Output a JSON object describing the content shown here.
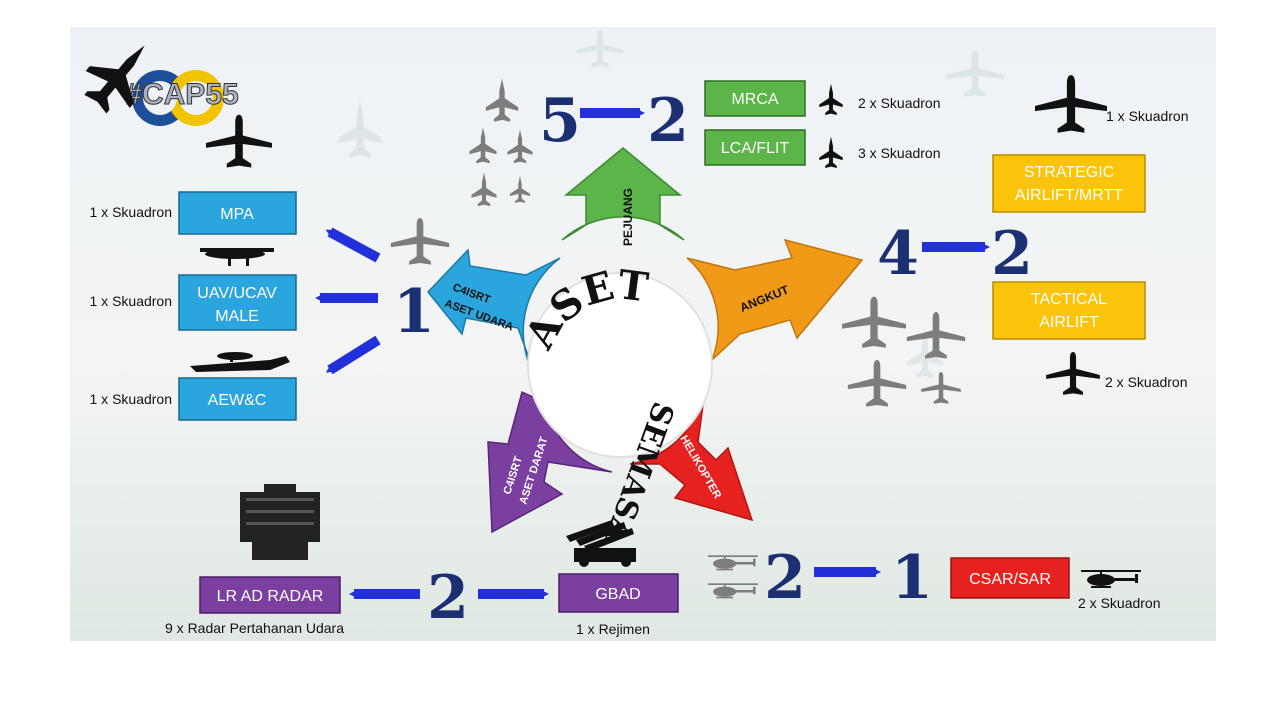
{
  "logo": {
    "text": "#CAP55"
  },
  "hub": {
    "line1": "ASET",
    "line2": "SEMASA"
  },
  "arms": {
    "pejuang": "PEJUANG",
    "angkut": "ANGKUT",
    "helikopter": "HELIKOPTER",
    "c4isrt_darat": [
      "C4ISRT",
      "ASET DARAT"
    ],
    "c4isrt_udara": [
      "C4ISRT",
      "ASET UDARA"
    ]
  },
  "fighter": {
    "from": "5",
    "to": "2",
    "boxes": [
      {
        "label": "MRCA",
        "count": "2 x Skuadron"
      },
      {
        "label": "LCA/FLIT",
        "count": "3 x Skuadron"
      }
    ]
  },
  "transport": {
    "from": "4",
    "to": "2",
    "boxes": [
      {
        "label": [
          "STRATEGIC",
          "AIRLIFT/MRTT"
        ],
        "count": "1 x Skuadron"
      },
      {
        "label": [
          "TACTICAL",
          "AIRLIFT"
        ],
        "count": "2 x Skuadron"
      }
    ]
  },
  "c4isr_air": {
    "from": "1",
    "boxes": [
      {
        "label": [
          "MPA"
        ],
        "count": "1 x Skuadron"
      },
      {
        "label": [
          "UAV/UCAV",
          "MALE"
        ],
        "count": "1 x Skuadron"
      },
      {
        "label": [
          "AEW&C"
        ],
        "count": "1 x Skuadron"
      }
    ]
  },
  "ground": {
    "center": "2",
    "left": {
      "label": "LR AD RADAR",
      "count": "9 x Radar Pertahanan Udara"
    },
    "right": {
      "label": "GBAD",
      "count": "1 x Rejimen"
    }
  },
  "heli": {
    "from": "2",
    "to": "1",
    "box": {
      "label": "CSAR/SAR",
      "count": "2 x Skuadron"
    }
  },
  "colors": {
    "green": "#5cb548",
    "orange": "#f19a17",
    "red": "#e5221f",
    "purple": "#7b3fa0",
    "blue": "#2ba5de",
    "yellow": "#fcc30b",
    "arrow": "#2130d9",
    "num": "#1b2f73"
  },
  "icons": [
    "fighter-jet-icon",
    "transport-aircraft-icon",
    "helicopter-icon",
    "radar-icon",
    "missile-launcher-icon",
    "drone-icon",
    "aewc-aircraft-icon",
    "mpa-aircraft-icon"
  ]
}
